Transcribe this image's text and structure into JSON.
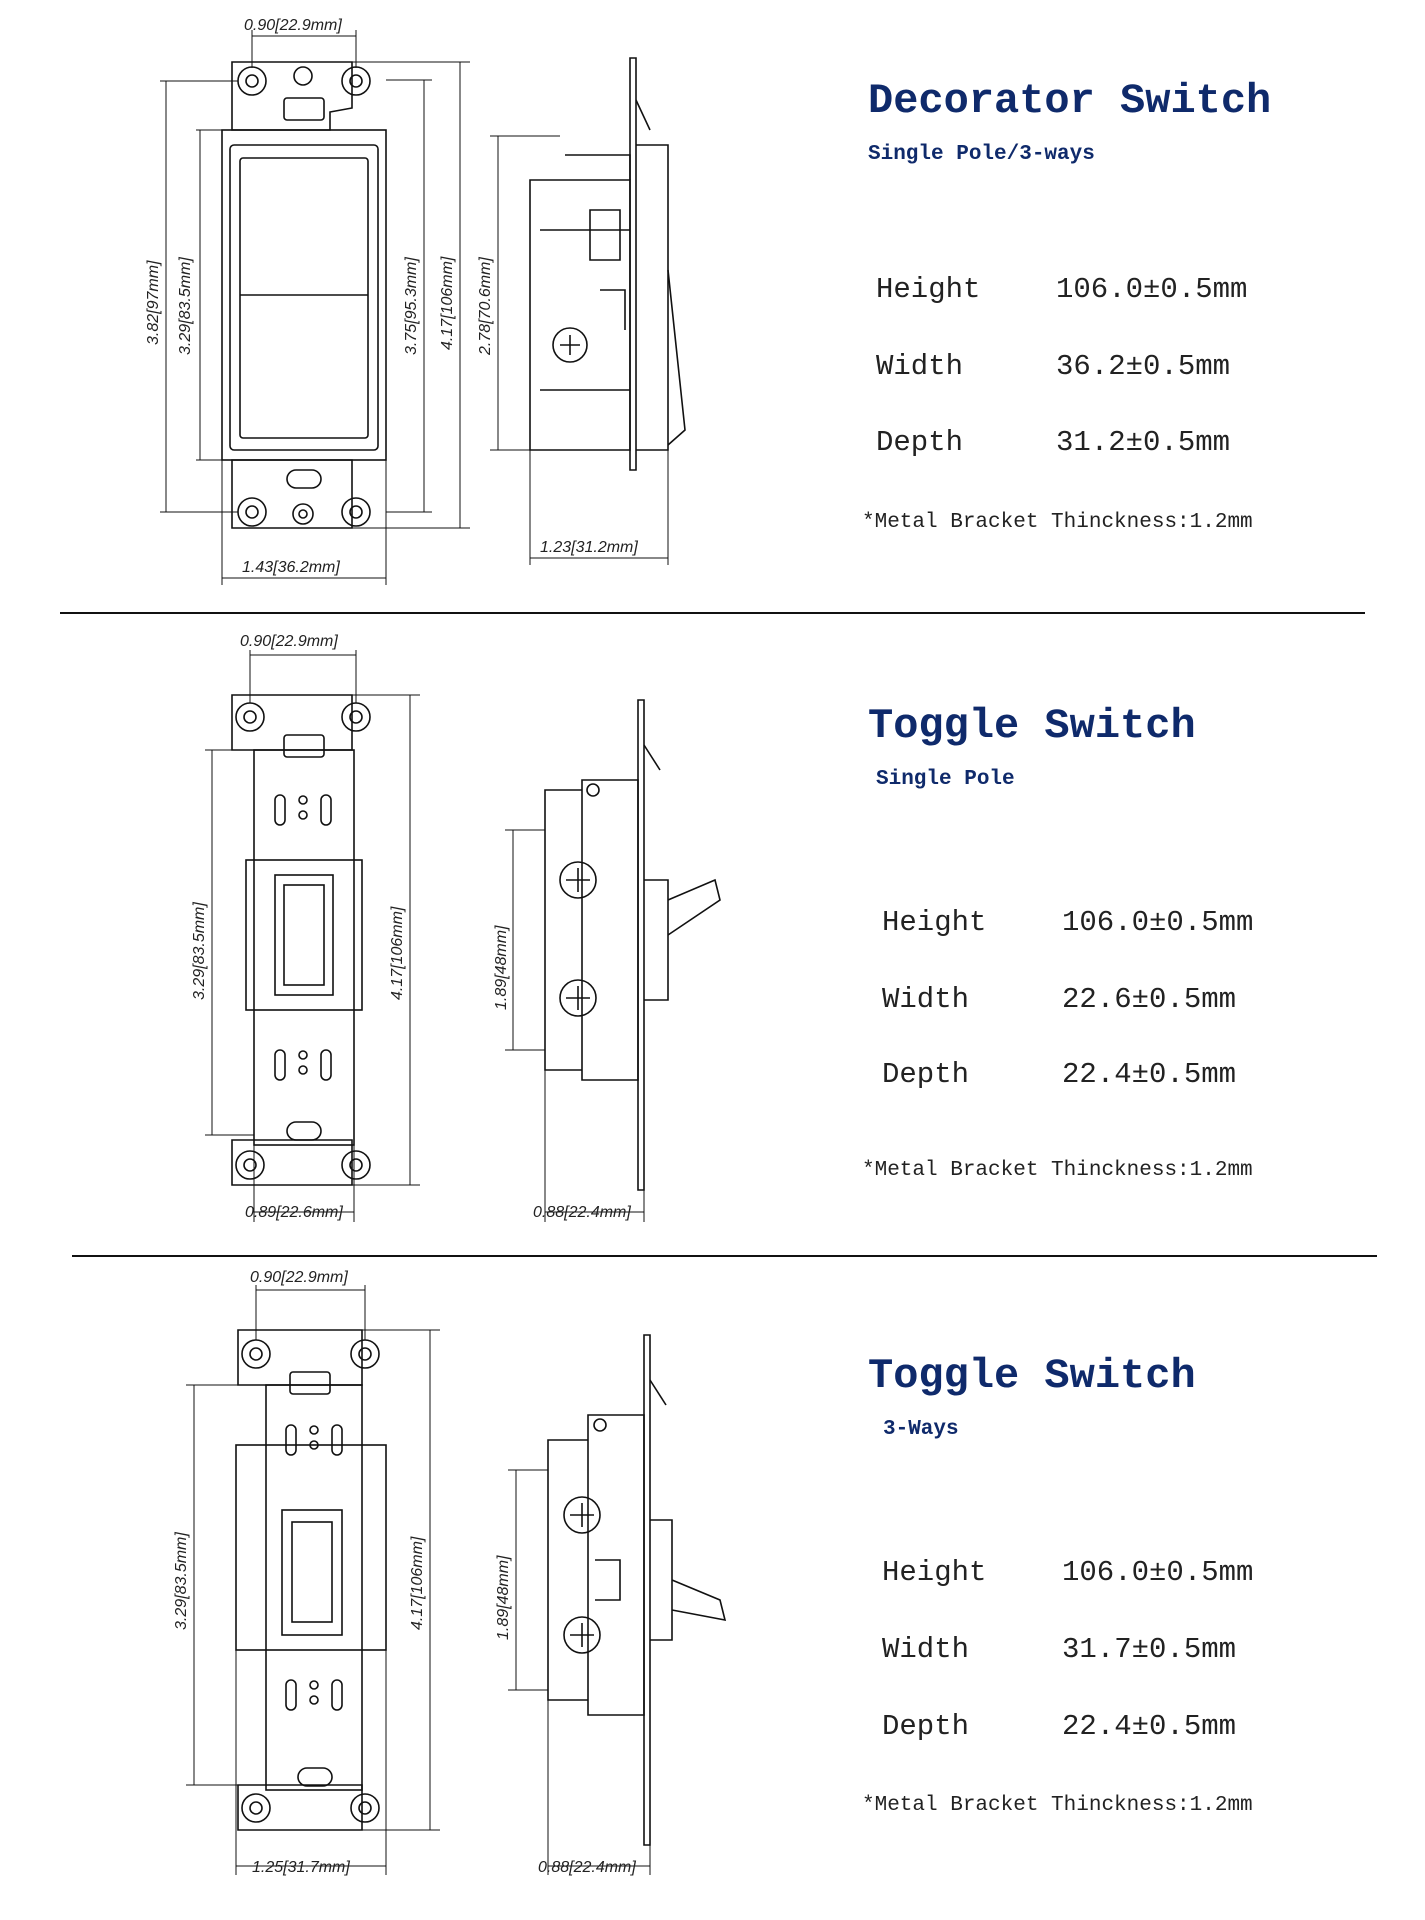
{
  "sections": [
    {
      "title": "Decorator Switch",
      "subtitle": "Single Pole/3-ways",
      "specs": [
        {
          "label": "Height",
          "value": "106.0±0.5mm"
        },
        {
          "label": "Width",
          "value": "36.2±0.5mm"
        },
        {
          "label": "Depth",
          "value": "31.2±0.5mm"
        }
      ],
      "note": "*Metal Bracket Thinckness:1.2mm",
      "dimensions": {
        "top_hole_spacing": "0.90[22.9mm]",
        "overall_left": "3.82[97mm]",
        "body_left": "3.29[83.5mm]",
        "body_right": "3.75[95.3mm]",
        "overall_right": "4.17[106mm]",
        "side_height": "2.78[70.6mm]",
        "front_width": "1.43[36.2mm]",
        "side_depth": "1.23[31.2mm]"
      }
    },
    {
      "title": "Toggle Switch",
      "subtitle": "Single Pole",
      "specs": [
        {
          "label": "Height",
          "value": "106.0±0.5mm"
        },
        {
          "label": "Width",
          "value": "22.6±0.5mm"
        },
        {
          "label": "Depth",
          "value": "22.4±0.5mm"
        }
      ],
      "note": "*Metal Bracket Thinckness:1.2mm",
      "dimensions": {
        "top_hole_spacing": "0.90[22.9mm]",
        "body_left": "3.29[83.5mm]",
        "overall_right": "4.17[106mm]",
        "side_height": "1.89[48mm]",
        "front_width": "0.89[22.6mm]",
        "side_depth": "0.88[22.4mm]"
      }
    },
    {
      "title": "Toggle Switch",
      "subtitle": "3-Ways",
      "specs": [
        {
          "label": "Height",
          "value": "106.0±0.5mm"
        },
        {
          "label": "Width",
          "value": "31.7±0.5mm"
        },
        {
          "label": "Depth",
          "value": "22.4±0.5mm"
        }
      ],
      "note": "*Metal Bracket Thinckness:1.2mm",
      "dimensions": {
        "top_hole_spacing": "0.90[22.9mm]",
        "body_left": "3.29[83.5mm]",
        "overall_right": "4.17[106mm]",
        "side_height": "1.89[48mm]",
        "front_width": "1.25[31.7mm]",
        "side_depth": "0.88[22.4mm]"
      }
    }
  ]
}
